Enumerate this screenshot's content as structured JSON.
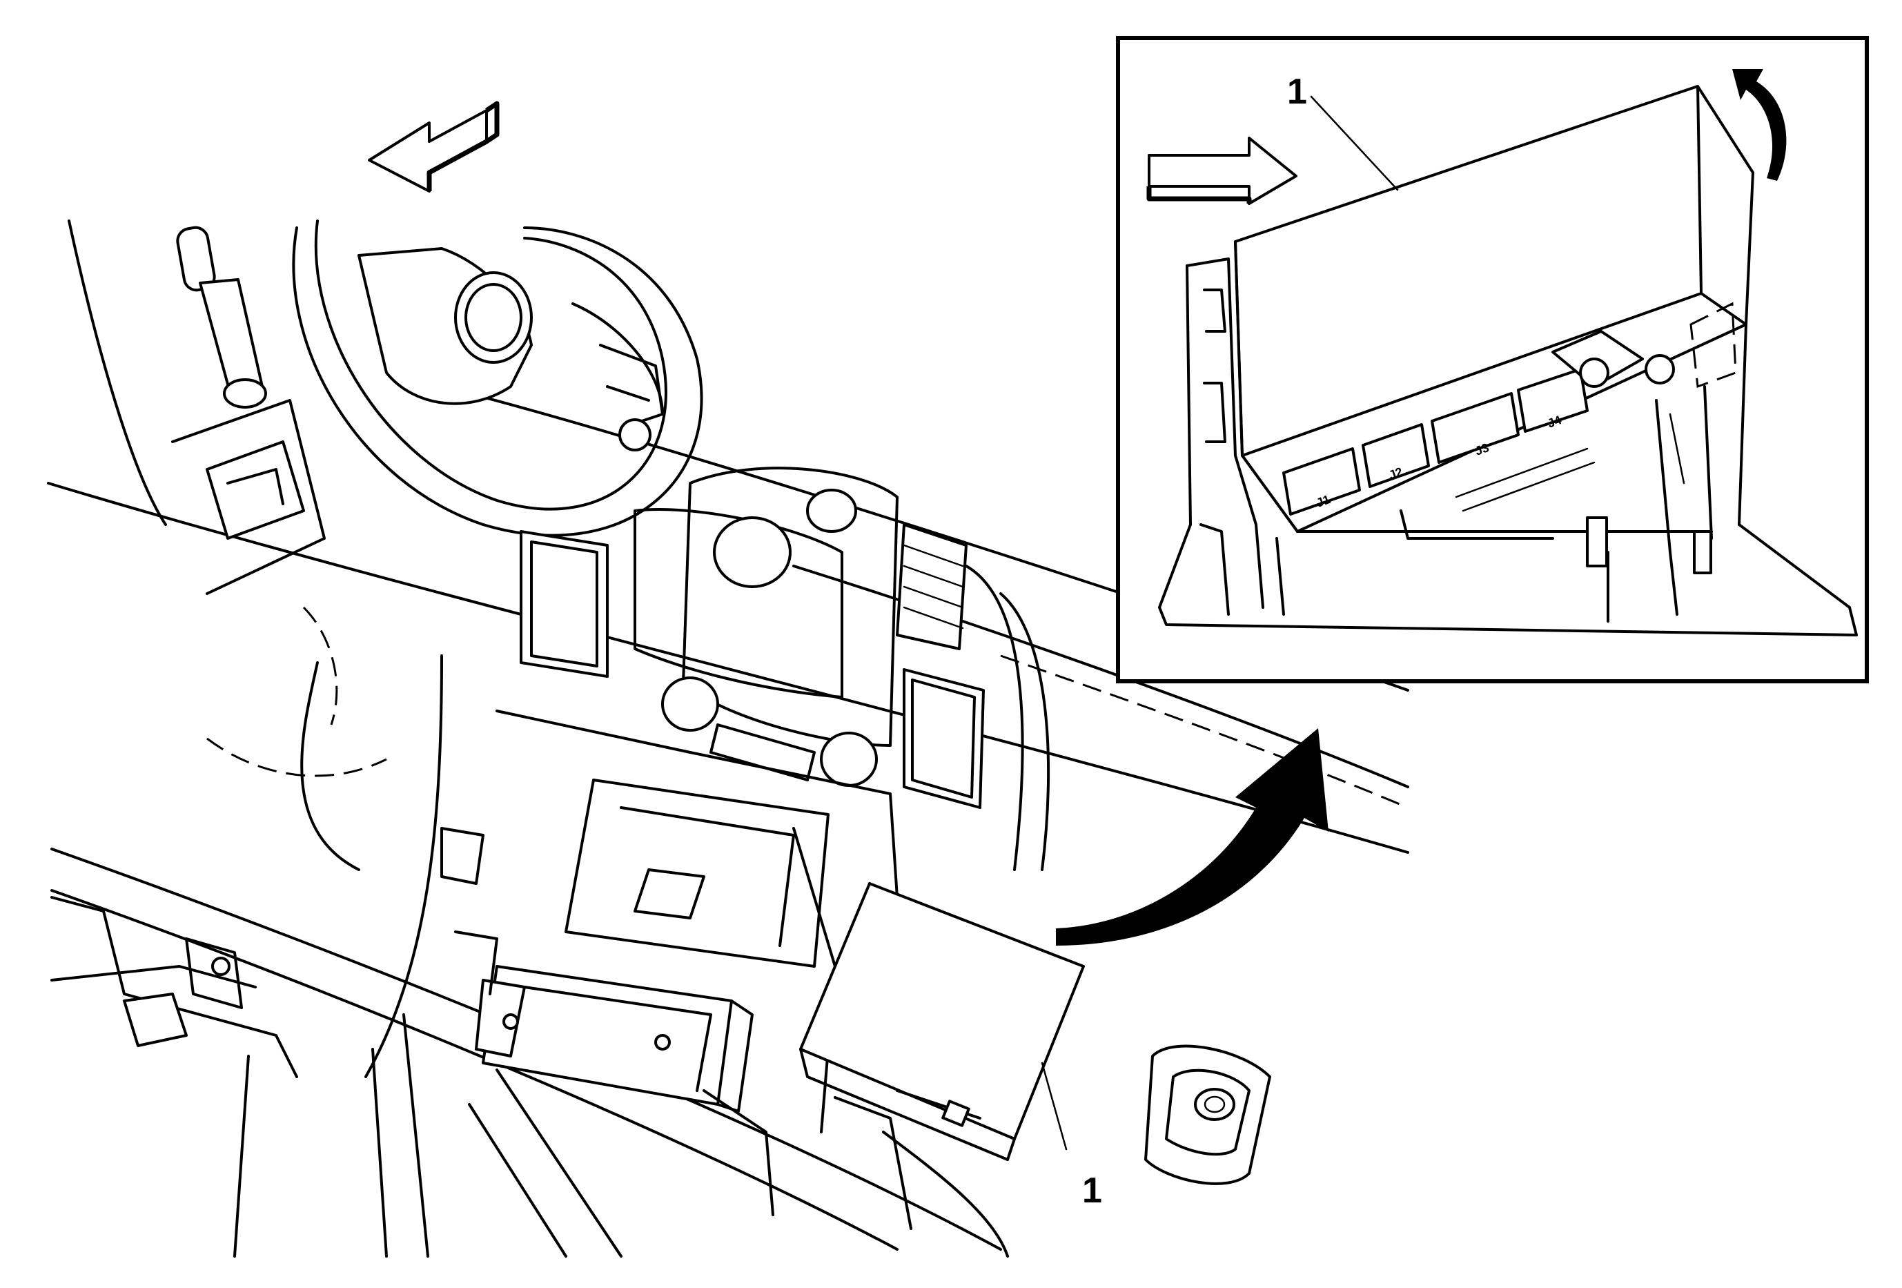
{
  "callouts": {
    "main_label": "1",
    "inset_label": "1"
  },
  "connector_labels": [
    "J1",
    "J2",
    "J3",
    "J4"
  ]
}
